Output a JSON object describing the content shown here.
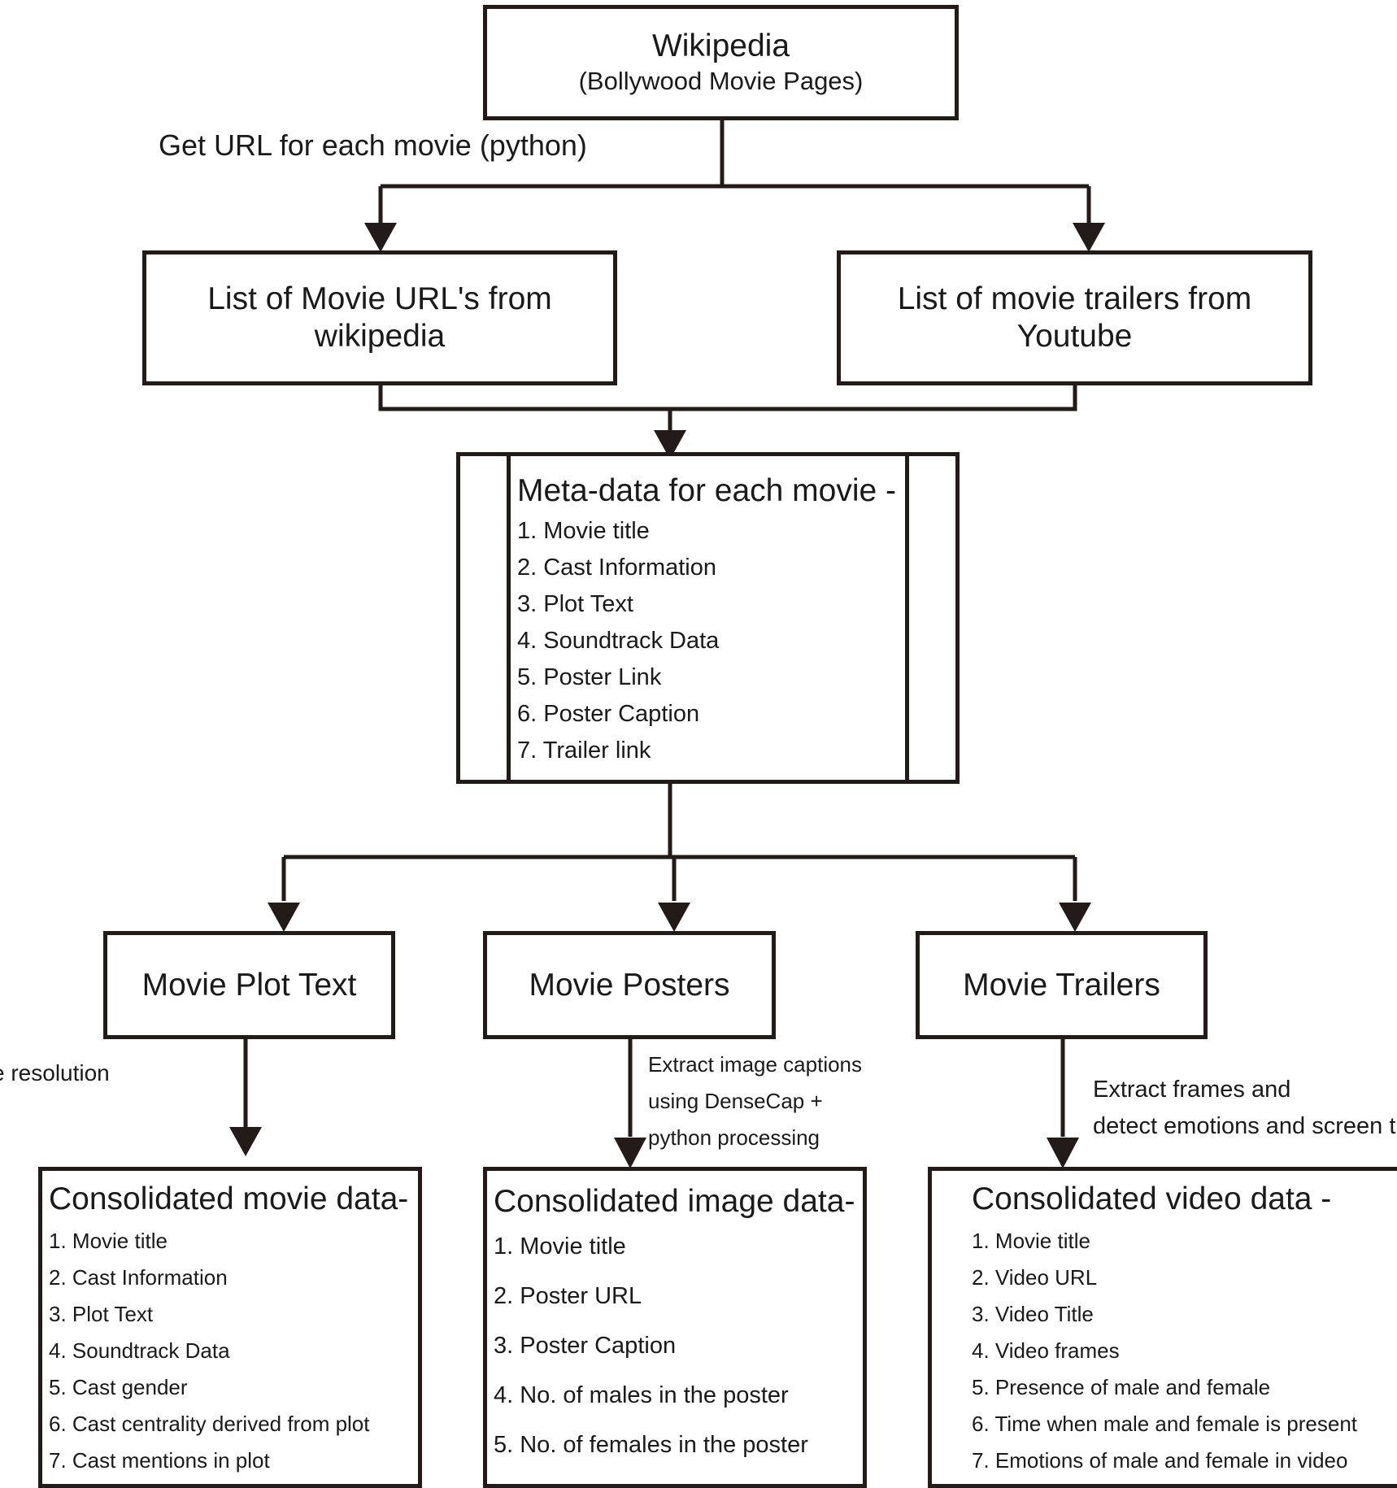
{
  "nodes": {
    "wikipedia": {
      "title": "Wikipedia",
      "subtitle": "(Bollywood Movie Pages)"
    },
    "movie_urls": {
      "line1": "List of Movie URL's from",
      "line2": "wikipedia"
    },
    "trailers_list": {
      "line1": "List of movie trailers from",
      "line2": "Youtube"
    },
    "metadata": {
      "heading": "Meta-data for each movie -",
      "items": [
        "1. Movie title",
        "2. Cast Information",
        "3. Plot Text",
        "4. Soundtrack Data",
        "5. Poster Link",
        "6. Poster Caption",
        "7. Trailer link"
      ]
    },
    "plot_text": {
      "label": "Movie Plot Text"
    },
    "posters": {
      "label": "Movie Posters"
    },
    "trailers": {
      "label": "Movie Trailers"
    },
    "movie_data": {
      "heading": "Consolidated movie data-",
      "items": [
        "1. Movie title",
        "2. Cast Information",
        "3. Plot Text",
        "4. Soundtrack Data",
        "5. Cast gender",
        "6. Cast centrality derived from plot",
        "7. Cast mentions in plot"
      ]
    },
    "image_data": {
      "heading": "Consolidated image data-",
      "items": [
        "1. Movie title",
        "2. Poster URL",
        "3. Poster Caption",
        "4. No. of males in the poster",
        "5. No. of females in the poster"
      ]
    },
    "video_data": {
      "heading": "Consolidated video data -",
      "items": [
        "1. Movie title",
        "2. Video URL",
        "3. Video Title",
        "4. Video frames",
        "5. Presence of male and female",
        "6. Time when male and female is present",
        "7. Emotions of male and female in video"
      ]
    }
  },
  "edge_labels": {
    "get_url": "Get URL for each movie (python)",
    "resolution": "e resolution",
    "captions_line1": "Extract image captions",
    "captions_line2": "using DenseCap +",
    "captions_line3": "python processing",
    "frames_line1": "Extract frames and",
    "frames_line2": "detect emotions and screen ti"
  }
}
